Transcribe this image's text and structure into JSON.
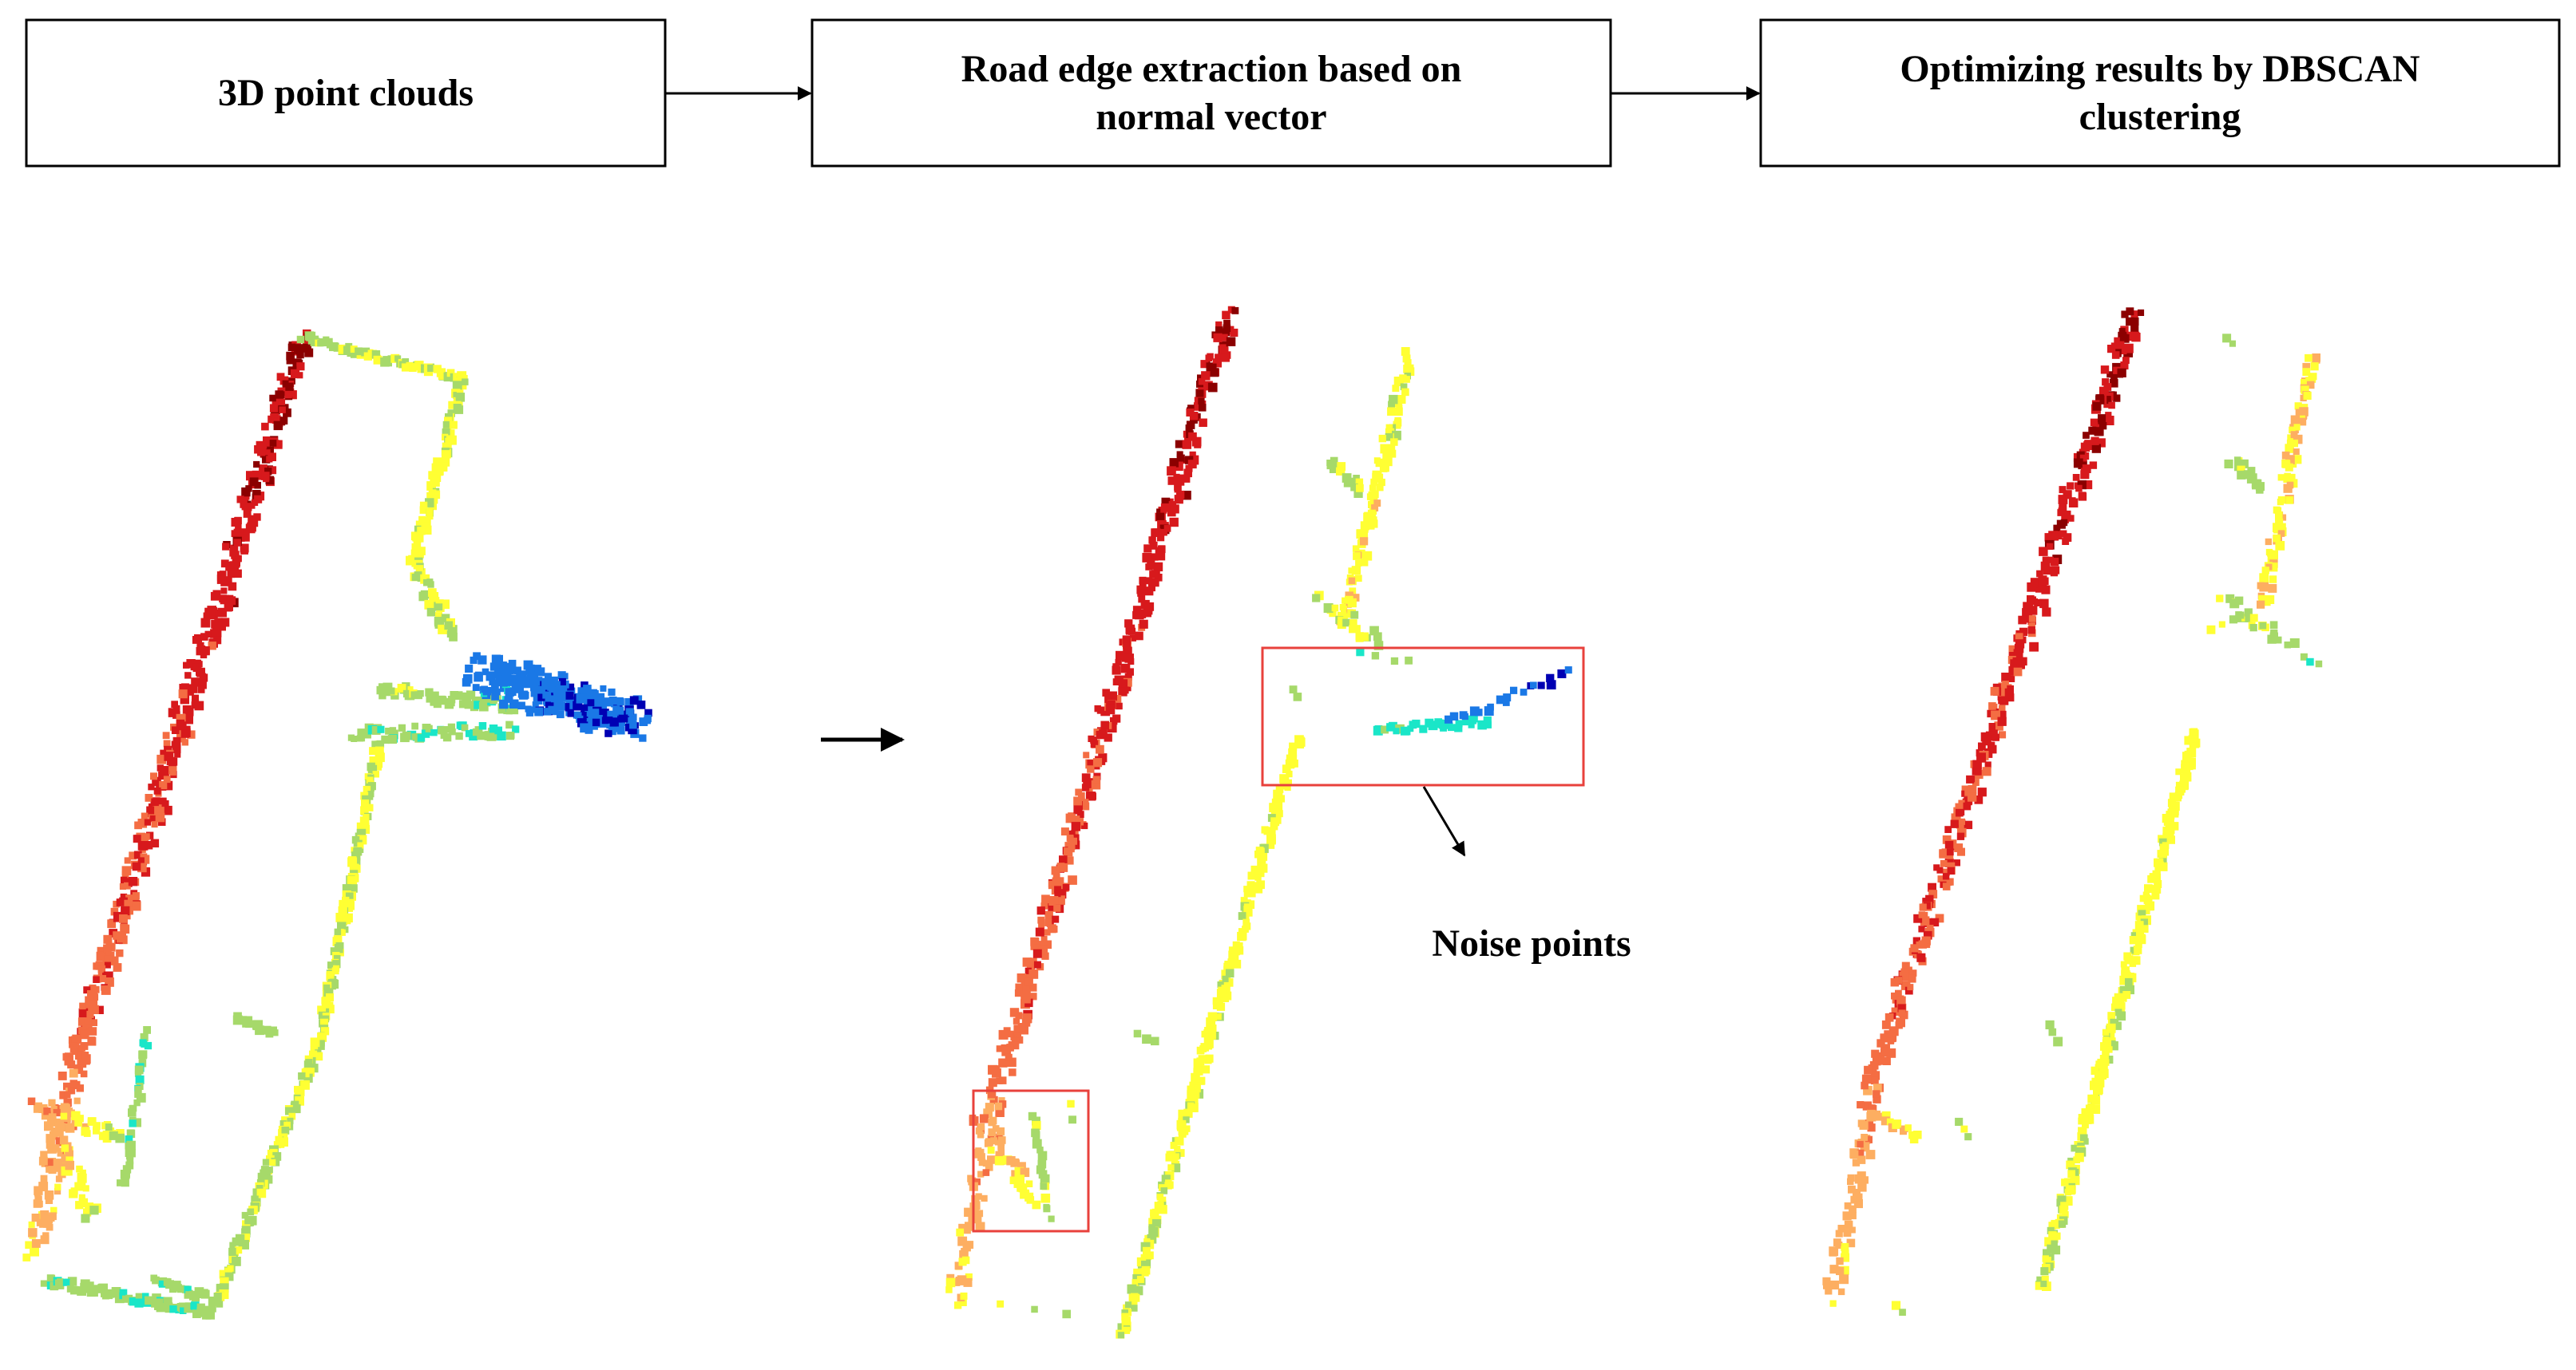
{
  "steps": [
    {
      "lines": [
        "3D point clouds"
      ]
    },
    {
      "lines": [
        "Road edge extraction based on",
        "normal vector"
      ]
    },
    {
      "lines": [
        "Optimizing results by DBSCAN",
        "clustering"
      ]
    }
  ],
  "annotation": {
    "label": "Noise points"
  },
  "panels": [
    {
      "name": "raw-point-cloud"
    },
    {
      "name": "extracted-road-edges"
    },
    {
      "name": "dbscan-optimized-edges"
    }
  ],
  "colors": {
    "box_border": "#000000",
    "noise_box": "#e8413c",
    "colormap": [
      "#8b0000",
      "#d7191c",
      "#f46d43",
      "#fdae61",
      "#ffff33",
      "#a6d96a",
      "#1ae6c8",
      "#1a78e6",
      "#0000b3"
    ]
  }
}
